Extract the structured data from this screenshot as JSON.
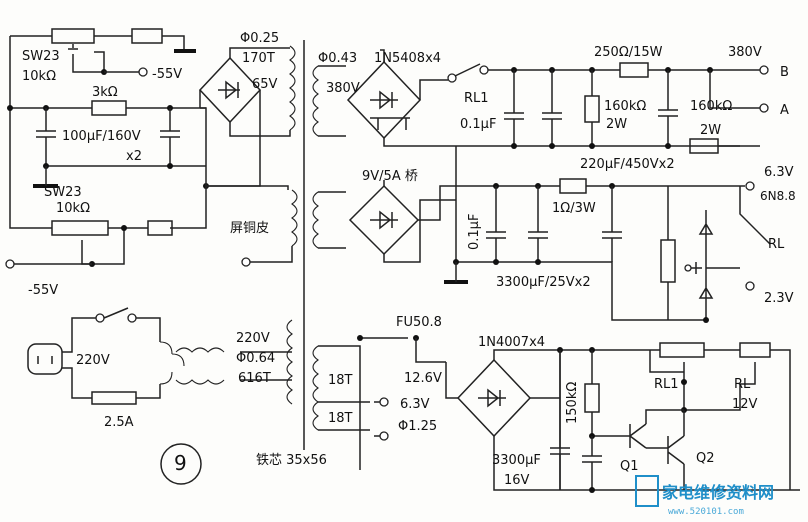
{
  "labels": {
    "sw23_top": "SW23",
    "sw23_top_val": "10kΩ",
    "neg55_top": "-55V",
    "phi025": "Φ0.25",
    "t170": "170T",
    "v65": "65V",
    "r3k": "3kΩ",
    "cap100": "100μF/160V",
    "x2": "x2",
    "sw23_bot": "SW23",
    "sw23_bot_val": "10kΩ",
    "shield": "屏铜皮",
    "neg55_bot": "-55V",
    "phi043": "Φ0.43",
    "v380_primary": "380V",
    "diode_1n5408": "1N5408x4",
    "rl1_top": "RL1",
    "bridge_9v": "9V/5A 桥",
    "r250": "250Ω/15W",
    "v380_out": "380V",
    "out_b": "B",
    "out_a": "A",
    "r160a": "160kΩ",
    "r160a_w": "2W",
    "r160b": "160kΩ",
    "r160b_w": "2W",
    "c01_top": "0.1μF",
    "cap220": "220μF/450Vx2",
    "v63_out": "6.3V",
    "tube": "6N8.8",
    "r1ohm": "1Ω/3W",
    "c01_mid": "0.1μF",
    "cap3300x2": "3300μF/25Vx2",
    "rl_mid": "RL",
    "v23": "2.3V",
    "v220_in": "220V",
    "fuse": "2.5A",
    "v220_pri": "220V",
    "phi064": "Φ0.64",
    "t616": "616T",
    "fu508": "FU50.8",
    "diode_1n4007": "1N4007x4",
    "t18a": "18T",
    "v126": "12.6V",
    "t18b": "18T",
    "v63": "6.3V",
    "phi125": "Φ1.25",
    "r150k": "150kΩ",
    "rl1_bot": "RL1",
    "rl_bot": "RL",
    "v12": "12V",
    "cap3300": "3300μF",
    "v16": "16V",
    "q1": "Q1",
    "q2": "Q2",
    "core": "铁芯 35x56",
    "fig_num": "9",
    "watermark": "家电维修资料网",
    "watermark_url": "www.520101.com"
  }
}
